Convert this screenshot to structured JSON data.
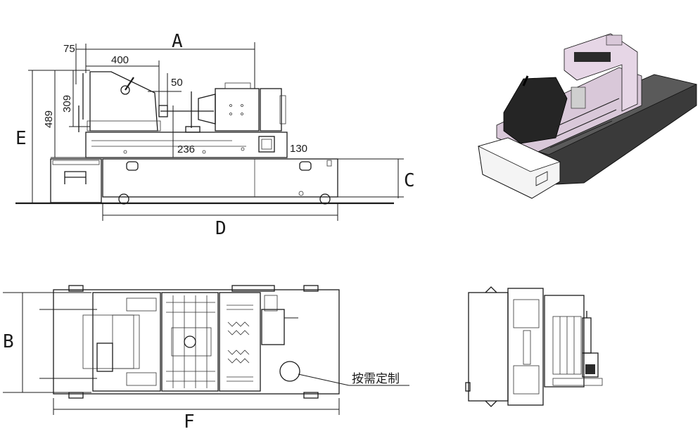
{
  "labels": {
    "A": "A",
    "B": "B",
    "C": "C",
    "D": "D",
    "E": "E",
    "F": "F"
  },
  "dimensions": {
    "d75": "75",
    "d400": "400",
    "d50": "50",
    "d309": "309",
    "d489": "489",
    "d236": "236",
    "d130": "130"
  },
  "callout": {
    "custom_text": "按需定制"
  },
  "colors": {
    "line": "#1a1a1a",
    "iso_panel": "#d9c8d9",
    "iso_dark": "#2a2a2a"
  }
}
